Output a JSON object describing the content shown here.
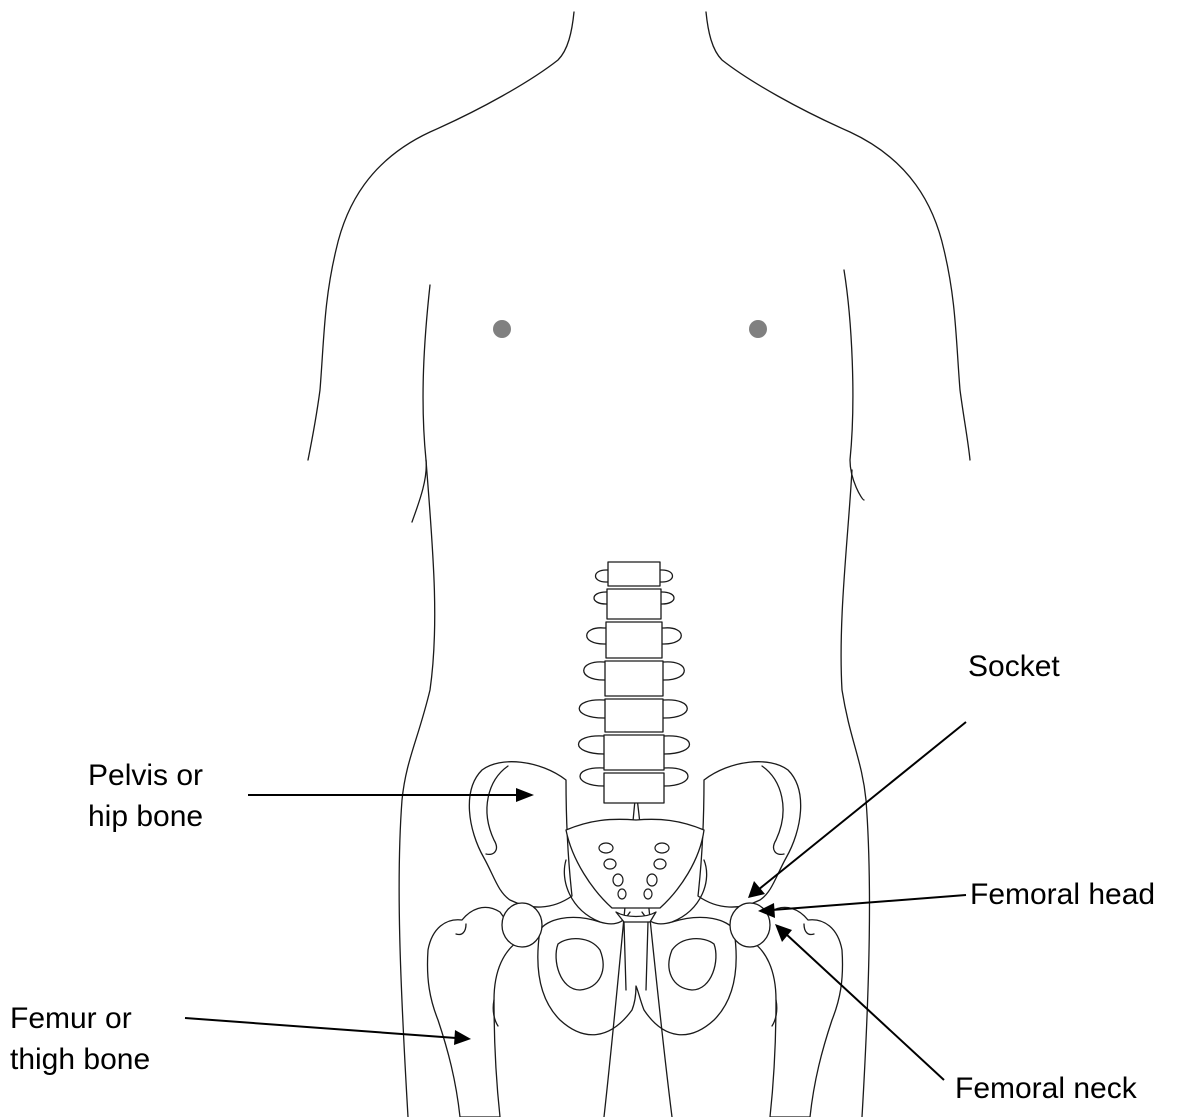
{
  "labels": {
    "pelvis": [
      "Pelvis or",
      "hip bone"
    ],
    "femur": [
      "Femur or",
      "thigh bone"
    ],
    "socket": "Socket",
    "femoral_head": "Femoral head",
    "femoral_neck": "Femoral neck"
  },
  "colors": {
    "outline": "#1a1a1a",
    "nipple": "#808080",
    "arrow": "#000000"
  }
}
